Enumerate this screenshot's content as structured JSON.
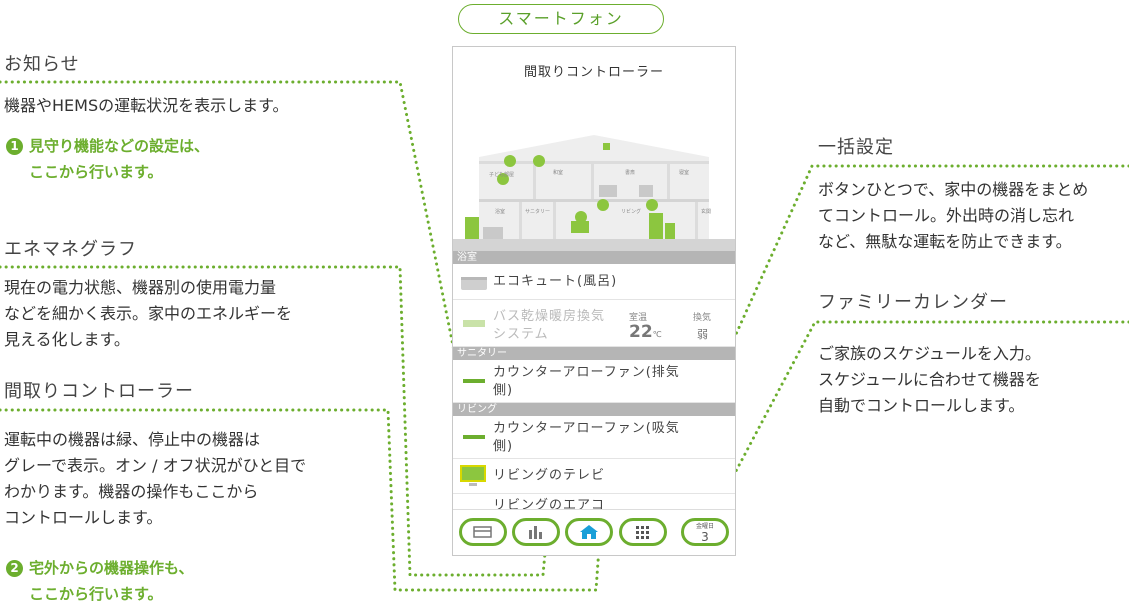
{
  "header_pill": "スマートフォン",
  "left": {
    "notice": {
      "title": "お知らせ",
      "text": "機器やHEMSの運転状況を表示します。",
      "note_num": "1",
      "note": "見守り機能などの設定は、\nここから行います。"
    },
    "enegraph": {
      "title": "エネマネグラフ",
      "text": "現在の電力状態、機器別の使用電力量\nなどを細かく表示。家中のエネルギーを\n見える化します。"
    },
    "madori": {
      "title": "間取りコントローラー",
      "text": "運転中の機器は緑、停止中の機器は\nグレーで表示。オン / オフ状況がひと目で\nわかります。機器の操作もここから\nコントロールします。",
      "note_num": "2",
      "note": "宅外からの機器操作も、\nここから行います。"
    }
  },
  "right": {
    "bulk": {
      "title": "一括設定",
      "text": "ボタンひとつで、家中の機器をまとめ\nてコントロール。外出時の消し忘れ\nなど、無駄な運転を防止できます。"
    },
    "calendar": {
      "title": "ファミリーカレンダー",
      "text": "ご家族のスケジュールを入力。\nスケジュールに合わせて機器を\n自動でコントロールします。"
    }
  },
  "phone": {
    "title": "間取りコントローラー",
    "rooms": [
      "子ども部屋",
      "和室",
      "書斎",
      "寝室",
      "浴室",
      "サニタリー",
      "リビング",
      "玄関"
    ],
    "sections": [
      "浴室",
      "サニタリー",
      "リビング"
    ],
    "devices": [
      {
        "name": "エコキュート(風呂)"
      },
      {
        "name": "バス乾燥暖房換気\nシステム",
        "temp_label": "室温",
        "temp_value": "22",
        "temp_unit": "℃",
        "vent_label": "換気",
        "vent_value": "弱"
      },
      {
        "name": "カウンターアローファン(排気\n側)"
      },
      {
        "name": "カウンターアローファン(吸気\n側)"
      },
      {
        "name": "リビングのテレビ"
      },
      {
        "name": "リビングのエアコ"
      }
    ],
    "calendar_tab": {
      "weekday": "金曜日",
      "day": "3"
    }
  },
  "colors": {
    "accent": "#6cae2e",
    "device_green": "#8cc63f"
  }
}
